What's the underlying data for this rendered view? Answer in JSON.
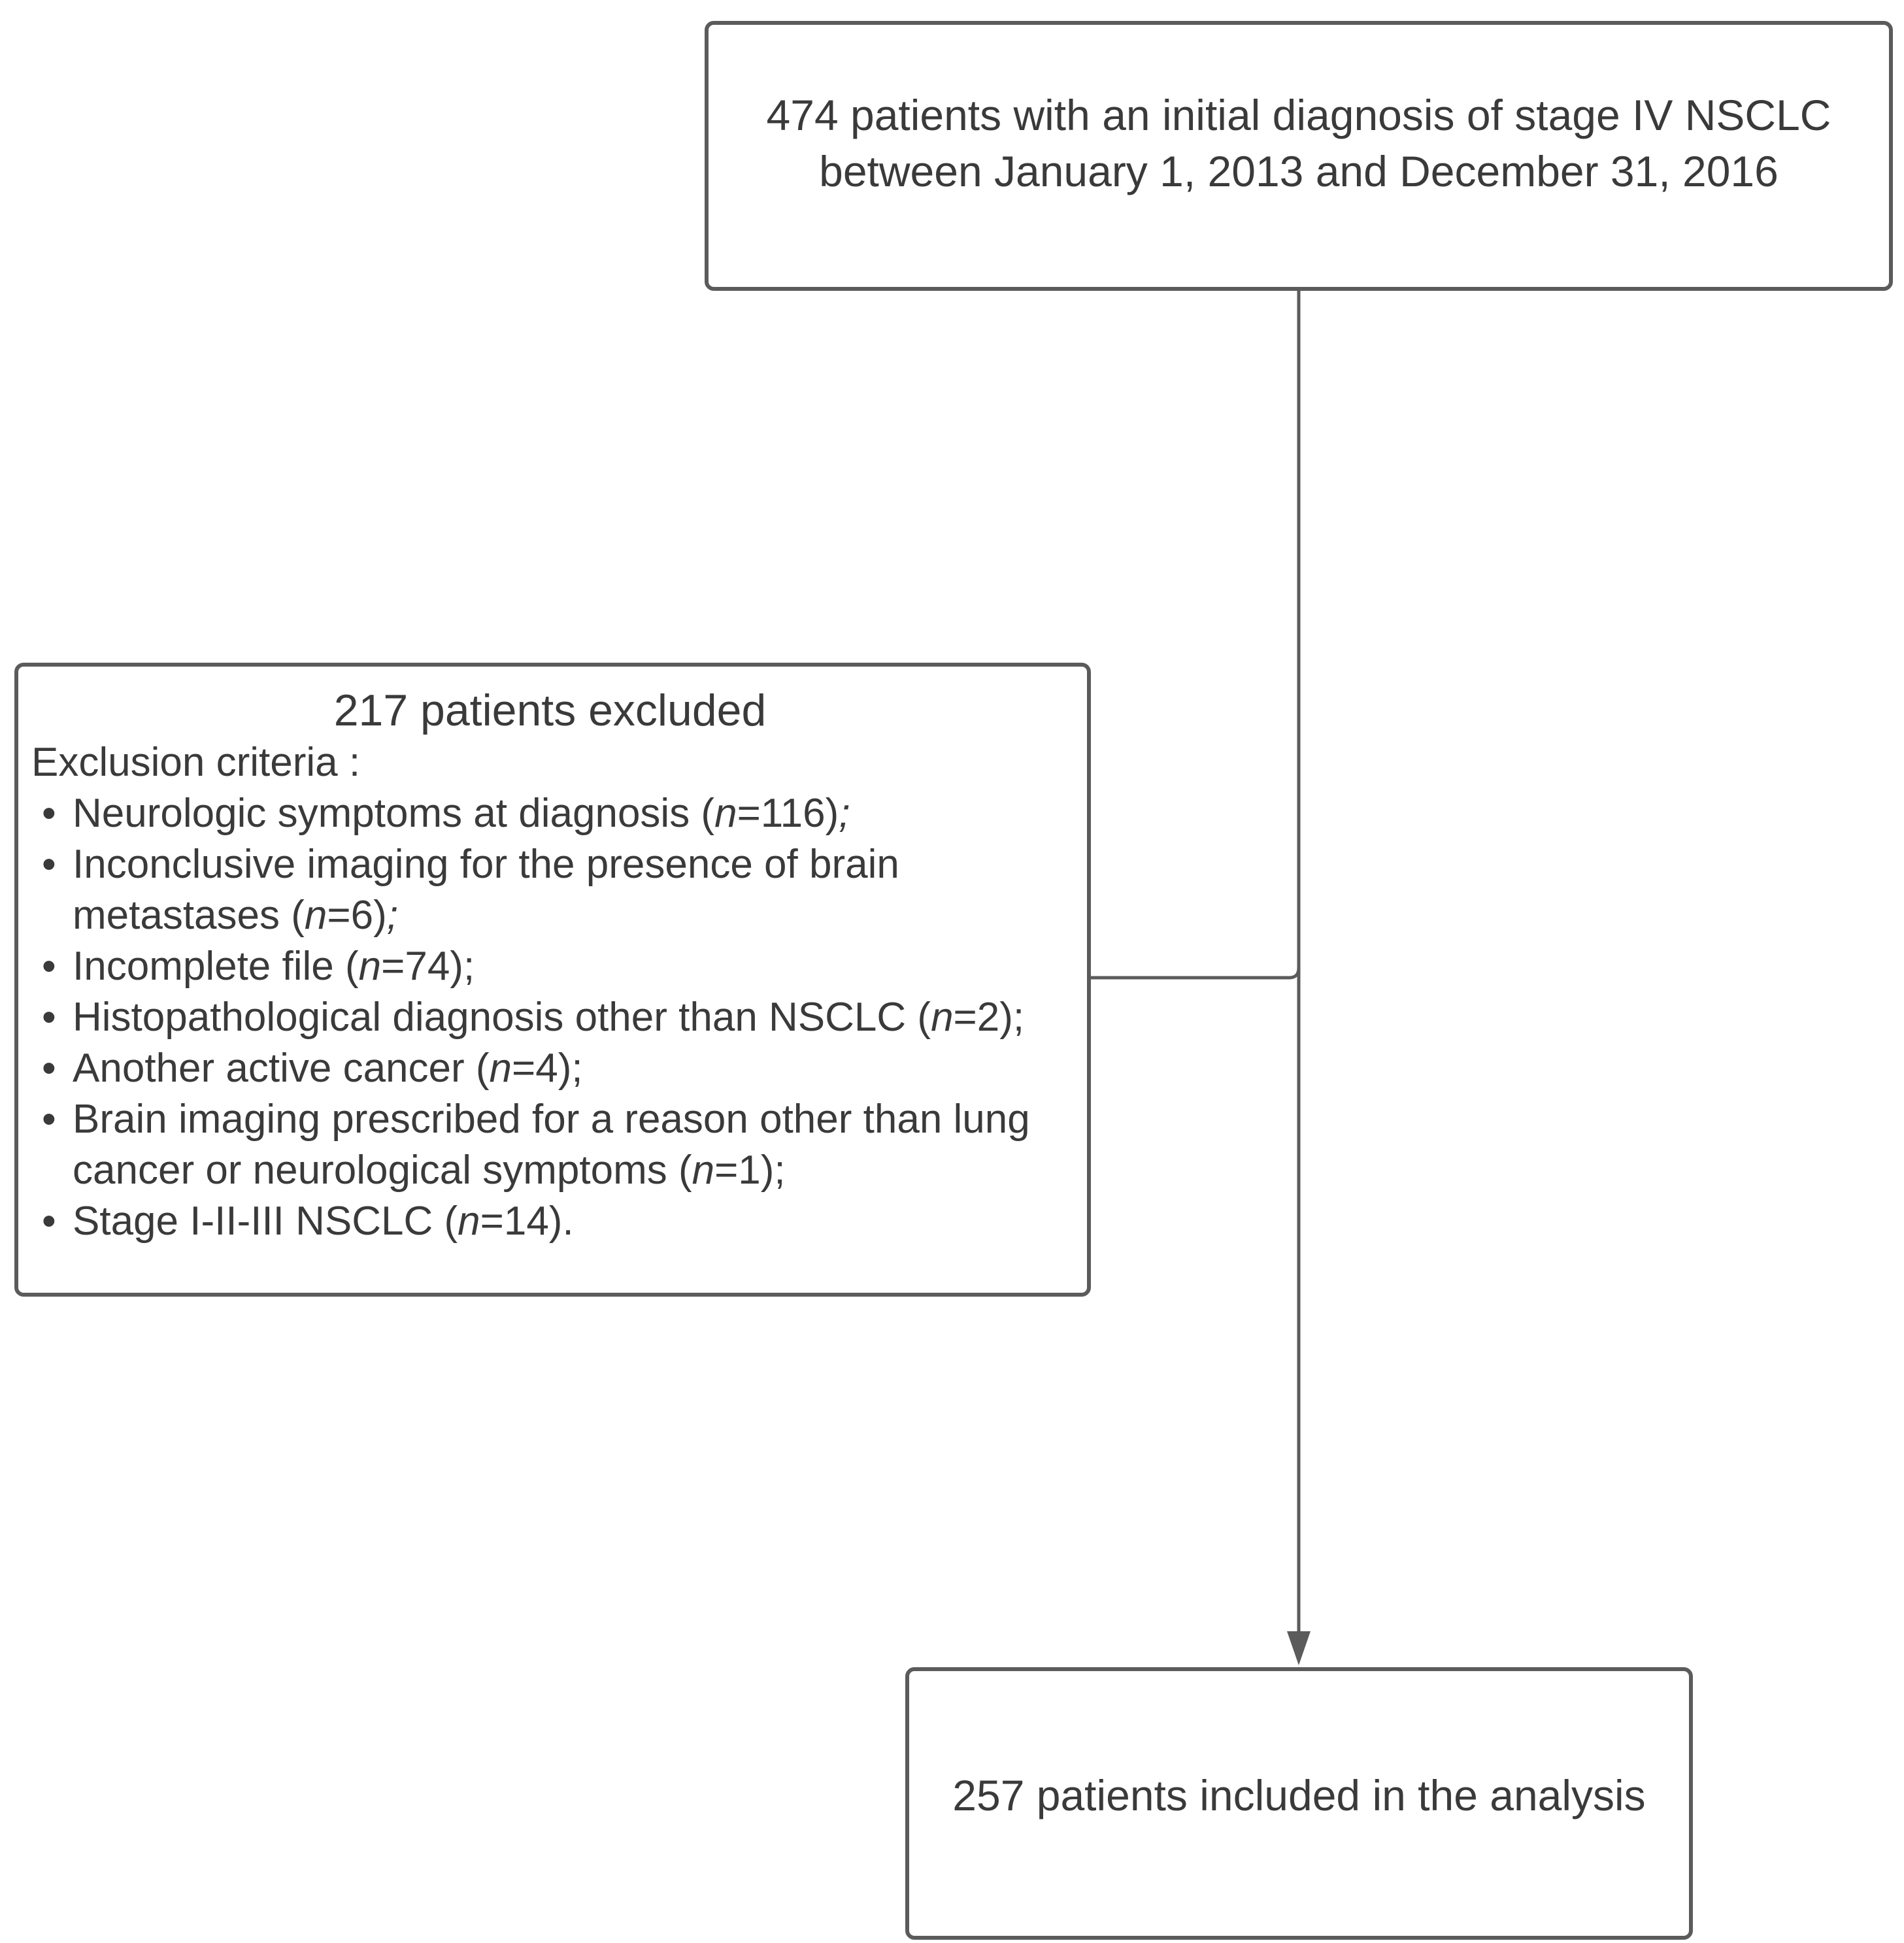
{
  "top_box": {
    "line1": "474 patients with an initial diagnosis of stage IV NSCLC",
    "line2": "between January 1, 2013 and December 31, 2016"
  },
  "exclusion_box": {
    "title": "217 patients excluded",
    "subtitle": "Exclusion criteria :",
    "items": [
      {
        "text": "Neurologic symptoms at diagnosis (",
        "n_var": "n",
        "rest": "=116)",
        "end": ";",
        "end_italic": true
      },
      {
        "text": "Inconclusive imaging for the presence of brain metastases (",
        "n_var": "n",
        "rest": "=6)",
        "end": ";",
        "end_italic": true
      },
      {
        "text": "Incomplete file (",
        "n_var": "n",
        "rest": "=74);",
        "end": "",
        "end_italic": false
      },
      {
        "text": "Histopathological diagnosis other than NSCLC (",
        "n_var": "n",
        "rest": "=2);",
        "end": "",
        "end_italic": false
      },
      {
        "text": "Another active cancer (",
        "n_var": "n",
        "rest": "=4);",
        "end": "",
        "end_italic": false
      },
      {
        "text": "Brain imaging prescribed for a reason other than lung cancer or neurological symptoms (",
        "n_var": "n",
        "rest": "=1);",
        "end": "",
        "end_italic": false
      },
      {
        "text": "Stage I-II-III NSCLC (",
        "n_var": "n",
        "rest": "=14).",
        "end": "",
        "end_italic": false
      }
    ]
  },
  "bottom_box": {
    "text": "257 patients included in the analysis"
  },
  "colors": {
    "border": "#5b5b5b",
    "text": "#3a3a3a",
    "line": "#5b5b5b"
  }
}
